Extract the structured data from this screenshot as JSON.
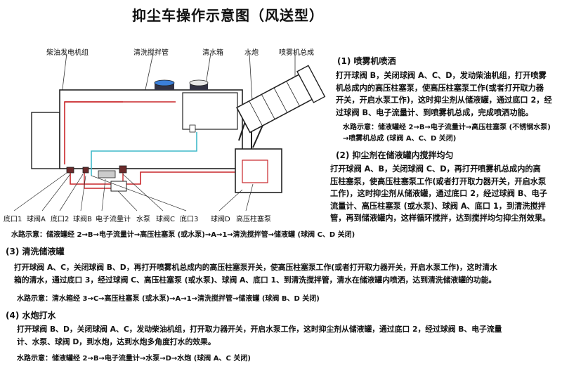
{
  "title": "抑尘车操作示意图（风送型）",
  "top_labels": {
    "generator": "柴油发电机组",
    "stir_pipe": "清洗搅拌管",
    "water_tank": "清水箱",
    "water_cannon": "水炮",
    "sprayer": "喷雾机总成"
  },
  "bottom_labels": {
    "outlet1": "底口1",
    "valve_a": "球阀A",
    "outlet2": "底口2",
    "valve_b": "球阀B",
    "flow_meter": "电子流量计",
    "pump": "水泵",
    "valve_c": "球阀C",
    "outlet3": "底口3",
    "valve_d": "球阀D",
    "plunger_pump": "高压柱塞泵"
  },
  "section1": {
    "heading": "(1) 喷雾机喷洒",
    "lines": [
      "打开球阀 B，关闭球阀 A、C、D，发动柴油机组，打开喷雾",
      "机总成内的高压柱塞泵，使高压柱塞泵工作(或者打开取力器",
      "开关，开启水泵工作)，这时抑尘剂从储液罐，通过底口 2，经",
      "过球阀 B、电子流量计、到喷雾机总成，完成喷洒功能。"
    ],
    "flow_1": "水路示意：储液罐经 2→B→电子流量计→高压柱塞泵 (不锈钢水泵)",
    "flow_2": "→喷雾机总成 (球阀 A、C、D 关闭)"
  },
  "section2": {
    "heading": "(2) 抑尘剂在储液罐内搅拌均匀",
    "lines": [
      "打开球阀 A、B，关闭球阀 C、D，再打开喷雾机总成内的高",
      "压柱塞泵，使高压柱塞泵工作(或者打开取力器开关，开启水泵",
      "工作)，这时抑尘剂从储液罐，通过底口 2，经过球阀 B、电子",
      "流量计、高压柱塞泵 (或水泵)、球阀 A、底口 1，到清洗搅拌",
      "管，再到储液罐内，这样循环搅拌，达到搅拌均匀抑尘剂效果。"
    ],
    "flow": "水路示意：储液罐经 2→B→电子流量计→高压柱塞泵 (或水泵)→A→1→清洗搅拌管→储液罐 (球阀 C、D 关闭)"
  },
  "section3": {
    "heading": "(3) 清洗储液罐",
    "lines": [
      "打开球阀 A、C，关闭球阀 B、D，再打开喷雾机总成内的高压柱塞泵开关，使高压柱塞泵工作(或者打开取力器开关，开启水泵工作)，这时清水",
      "箱的清水，通过底口 3，经过球阀 C、高压柱塞泵 (或水泵)、球阀 A、底口 1、到清洗搅拌管，清水在储液罐内喷洒，达到清洗储液罐的功能。"
    ],
    "flow": "水路示意：清水箱经 3→C→高压柱塞泵 (或水泵)→A→1→清洗搅拌管→储液罐 (球阀 B、D 关闭)"
  },
  "section4": {
    "heading": "(4) 水炮打水",
    "lines": [
      "打开球阀 B、D，关闭球阀 A、C，发动柴油机组，打开取力器开关，开启水泵工作，这时抑尘剂从储液罐，通过底口 2，经过球阀 B、电子流量",
      "计、水泵、球阀 D，到水炮，达到水炮多角度打水的效果。"
    ],
    "flow": "水路示意：储液罐经 2→B→电子流量计→水泵→D→水炮 (球阀 A、C 关闭)"
  }
}
